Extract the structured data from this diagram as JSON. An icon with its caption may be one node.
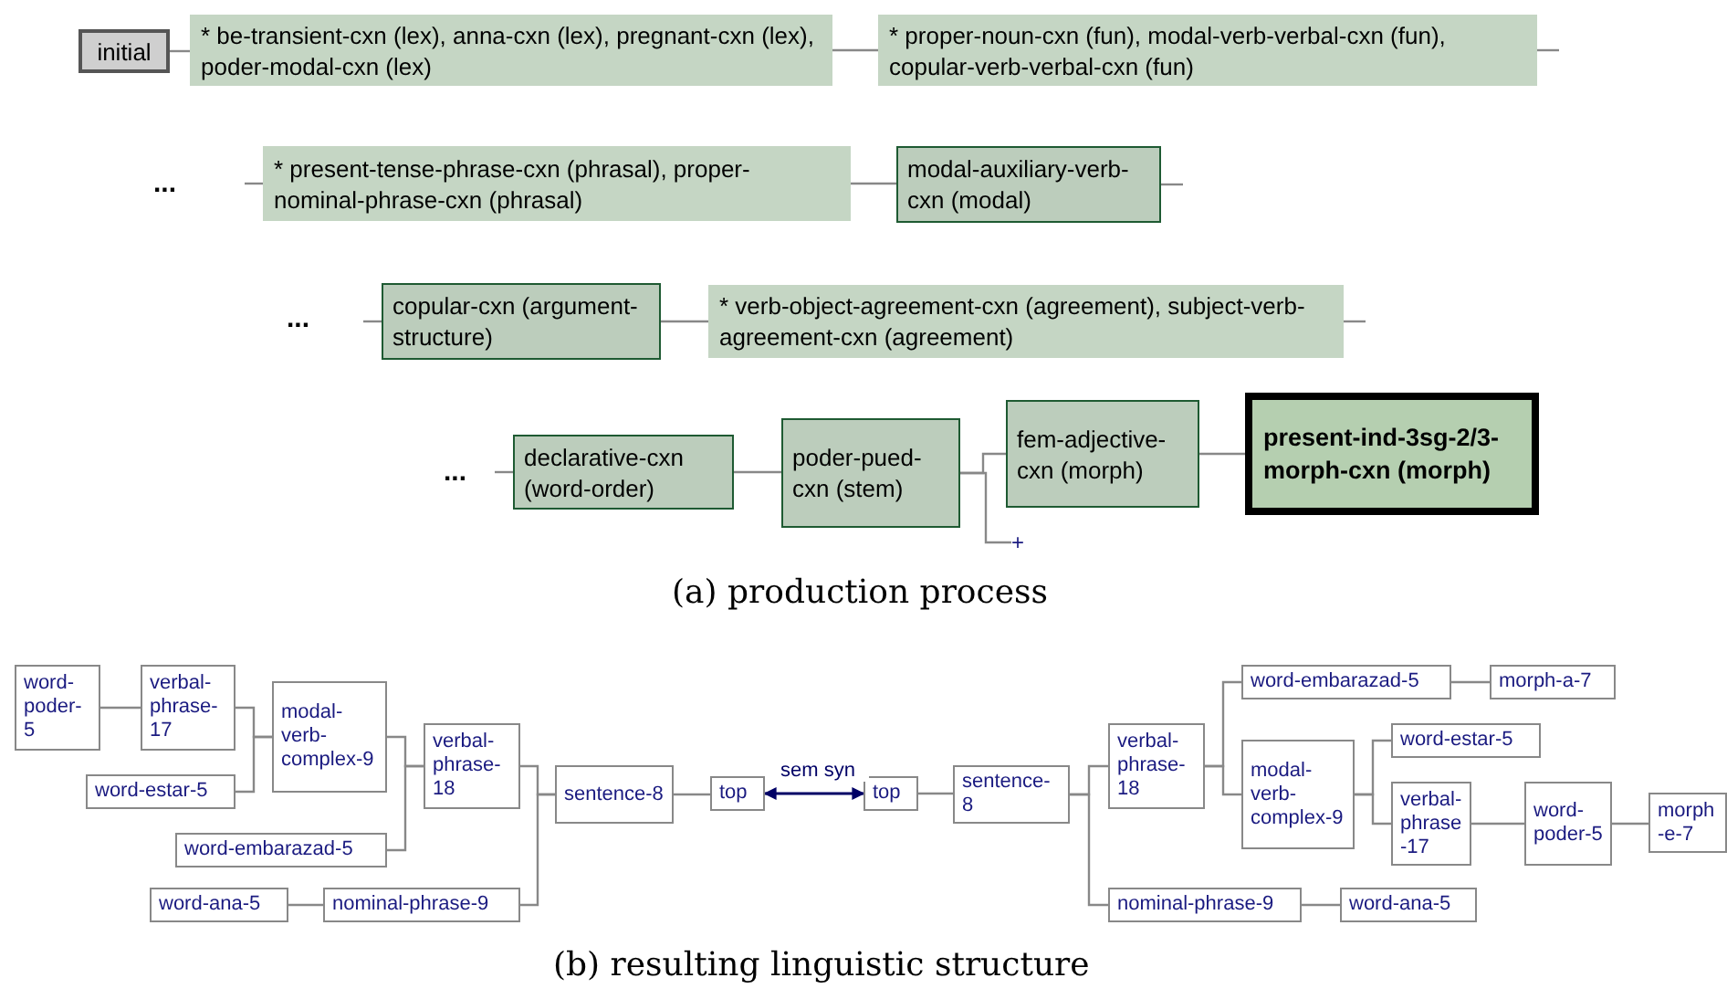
{
  "diagram": {
    "nodes": [
      {
        "text": [
          "initial"
        ]
      },
      {
        "text": [
          "* be-transient-cxn (lex), anna-cxn (lex), pregnant-cxn (lex), poder-modal-cxn (lex)"
        ]
      },
      {
        "text": [
          "* proper-noun-cxn (fun), modal-verb-verbal-cxn (fun), copular-verb-verbal-cxn (fun)"
        ]
      },
      {
        "text": [
          "* present-tense-phrase-cxn (phrasal), proper-nominal-phrase-cxn (phrasal)"
        ]
      },
      {
        "text": [
          "modal-auxiliary-verb-cxn (modal)"
        ]
      },
      {
        "text": [
          "copular-cxn (argument-structure)"
        ]
      },
      {
        "text": [
          "* verb-object-agreement-cxn (agreement), subject-verb-agreement-cxn (agreement)"
        ]
      },
      {
        "text": [
          "declarative-cxn (word-order)"
        ]
      },
      {
        "text": [
          "poder-pued-cxn (stem)"
        ]
      },
      {
        "text": [
          "fem-adjective-cxn (morph)"
        ]
      },
      {
        "text": [
          "present-ind-3sg-2/3-morph-cxn (morph)"
        ]
      },
      {
        "text": [
          "+"
        ]
      },
      {
        "text": [
          "word-poder-5"
        ]
      },
      {
        "text": [
          "verbal-phrase-17"
        ]
      },
      {
        "text": [
          "word-estar-5"
        ]
      },
      {
        "text": [
          "modal-verb-complex-9"
        ]
      },
      {
        "text": [
          "word-embarazad-5"
        ]
      },
      {
        "text": [
          "verbal-phrase-18"
        ]
      },
      {
        "text": [
          "word-ana-5"
        ]
      },
      {
        "text": [
          "nominal-phrase-9"
        ]
      },
      {
        "text": [
          "sentence-8"
        ]
      },
      {
        "text": [
          "top"
        ]
      },
      {
        "text": [
          "top"
        ]
      },
      {
        "text": [
          "sentence-8"
        ]
      },
      {
        "text": [
          "verbal-phrase-18"
        ]
      },
      {
        "text": [
          "word-embarazad-5"
        ]
      },
      {
        "text": [
          "morph-a-7"
        ]
      },
      {
        "text": [
          "modal-verb-complex-9"
        ]
      },
      {
        "text": [
          "word-estar-5"
        ]
      },
      {
        "text": [
          "verbal-phrase-17"
        ]
      },
      {
        "text": [
          "word-poder-5"
        ]
      },
      {
        "text": [
          "morph-e-7"
        ]
      },
      {
        "text": [
          "nominal-phrase-9"
        ]
      },
      {
        "text": [
          "word-ana-5"
        ]
      }
    ],
    "edges": [
      {
        "from": 0,
        "to": 1,
        "arrow": "none"
      },
      {
        "from": 1,
        "to": 2,
        "arrow": "none"
      },
      {
        "from": 2,
        "to": null,
        "arrow": "none"
      },
      {
        "from": null,
        "to": 3,
        "arrow": "none"
      },
      {
        "from": 3,
        "to": 4,
        "arrow": "none"
      },
      {
        "from": 4,
        "to": null,
        "arrow": "none"
      },
      {
        "from": null,
        "to": 5,
        "arrow": "none"
      },
      {
        "from": 5,
        "to": 6,
        "arrow": "none"
      },
      {
        "from": 6,
        "to": null,
        "arrow": "none"
      },
      {
        "from": null,
        "to": 7,
        "arrow": "none"
      },
      {
        "from": 7,
        "to": 8,
        "arrow": "none"
      },
      {
        "from": 8,
        "to": 9,
        "arrow": "none"
      },
      {
        "from": 9,
        "to": 10,
        "arrow": "none"
      },
      {
        "from": 8,
        "to": 11,
        "arrow": "none"
      },
      {
        "from": 12,
        "to": 13,
        "arrow": "none"
      },
      {
        "from": 13,
        "to": 15,
        "arrow": "none"
      },
      {
        "from": 14,
        "to": 15,
        "arrow": "none"
      },
      {
        "from": 15,
        "to": 17,
        "arrow": "none"
      },
      {
        "from": 16,
        "to": 17,
        "arrow": "none"
      },
      {
        "from": 17,
        "to": 20,
        "arrow": "none"
      },
      {
        "from": 18,
        "to": 19,
        "arrow": "none"
      },
      {
        "from": 19,
        "to": 20,
        "arrow": "none"
      },
      {
        "from": 20,
        "to": 21,
        "arrow": "none"
      },
      {
        "from": 21,
        "to": 22,
        "arrow": "both",
        "label": "sem syn",
        "color": "#000066"
      },
      {
        "from": 22,
        "to": 23,
        "arrow": "none"
      },
      {
        "from": 23,
        "to": 24,
        "arrow": "none"
      },
      {
        "from": 23,
        "to": 32,
        "arrow": "none"
      },
      {
        "from": 24,
        "to": 25,
        "arrow": "none"
      },
      {
        "from": 24,
        "to": 27,
        "arrow": "none"
      },
      {
        "from": 25,
        "to": 26,
        "arrow": "none"
      },
      {
        "from": 27,
        "to": 28,
        "arrow": "none"
      },
      {
        "from": 27,
        "to": 29,
        "arrow": "none"
      },
      {
        "from": 29,
        "to": 30,
        "arrow": "none"
      },
      {
        "from": 30,
        "to": 31,
        "arrow": "none"
      },
      {
        "from": 32,
        "to": 33,
        "arrow": "none"
      }
    ],
    "labels": [
      "...",
      "...",
      "...",
      "(a) production process",
      "(b) resulting linguistic structure"
    ]
  }
}
